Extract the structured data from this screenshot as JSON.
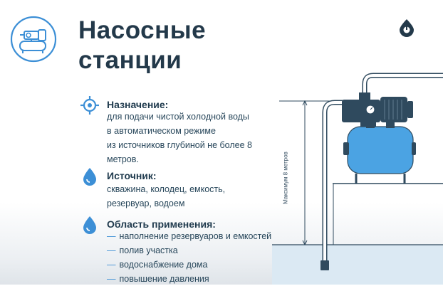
{
  "title": {
    "line1": "Насосные",
    "line2": "станции"
  },
  "icons": {
    "badge": "pump-station-icon",
    "corner": "water-drop-logo-icon",
    "purpose": "target-crosshair-icon",
    "source": "water-drop-icon",
    "area": "water-drop-icon"
  },
  "sections": {
    "purpose": {
      "heading": "Назначение:",
      "lines": [
        "для подачи чистой холодной воды",
        "в автоматическом режиме",
        "из источников глубиной не более 8",
        "метров."
      ]
    },
    "source": {
      "heading": "Источник:",
      "lines": [
        "скважина, колодец, емкость,",
        "резервуар, водоем"
      ]
    },
    "area": {
      "heading": "Область применения:",
      "items": [
        "наполнение резервуаров и емкостей",
        "полив участка",
        "водоснабжение дома",
        "повышение давления"
      ]
    }
  },
  "diagram": {
    "depth_label": "Максимум 8 метров"
  },
  "colors": {
    "accent": "#3c8fd6",
    "tank": "#4ba3e3",
    "dark": "#23394a",
    "water": "#dbe9f3"
  }
}
